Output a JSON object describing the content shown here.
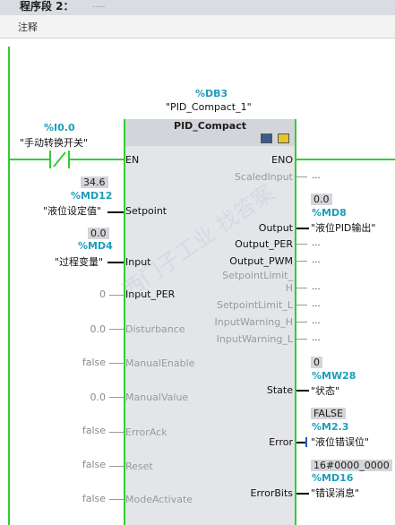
{
  "network": {
    "title": "程序段 2：",
    "dots": ".....",
    "comment": "注释"
  },
  "instance": {
    "db": "%DB3",
    "name": "\"PID_Compact_1\""
  },
  "block": {
    "title": "PID_Compact"
  },
  "contact": {
    "address": "%I0.0",
    "symbol": "\"手动转换开关\""
  },
  "left_pins": [
    {
      "label": "EN",
      "style": "black"
    },
    {
      "label": "Setpoint",
      "style": "black",
      "value": "34.6",
      "addr": "%MD12",
      "sym": "\"液位设定值\""
    },
    {
      "label": "Input",
      "style": "black",
      "value": "0.0",
      "addr": "%MD4",
      "sym": "\"过程变量\""
    },
    {
      "label": "Input_PER",
      "style": "black",
      "fixed": "0"
    },
    {
      "label": "Disturbance",
      "style": "grey",
      "fixed": "0.0"
    },
    {
      "label": "ManualEnable",
      "style": "grey",
      "fixed": "false"
    },
    {
      "label": "ManualValue",
      "style": "grey",
      "fixed": "0.0"
    },
    {
      "label": "ErrorAck",
      "style": "grey",
      "fixed": "false"
    },
    {
      "label": "Reset",
      "style": "grey",
      "fixed": "false"
    },
    {
      "label": "ModeActivate",
      "style": "grey",
      "fixed": "false"
    }
  ],
  "right_pins": [
    {
      "label": "ENO",
      "style": "black"
    },
    {
      "label": "ScaledInput",
      "style": "grey",
      "out": "..."
    },
    {
      "label": "Output",
      "style": "black",
      "value": "0.0",
      "addr": "%MD8",
      "sym": "\"液位PID输出\""
    },
    {
      "label": "Output_PER",
      "style": "black",
      "out": "..."
    },
    {
      "label": "Output_PWM",
      "style": "black",
      "out": "..."
    },
    {
      "label": "SetpointLimit_",
      "style": "grey"
    },
    {
      "label": "H",
      "style": "grey",
      "out": "..."
    },
    {
      "label": "SetpointLimit_L",
      "style": "grey",
      "out": "..."
    },
    {
      "label": "InputWarning_H",
      "style": "grey",
      "out": "..."
    },
    {
      "label": "InputWarning_L",
      "style": "grey",
      "out": "..."
    },
    {
      "label": "State",
      "style": "black",
      "value": "0",
      "addr": "%MW28",
      "sym": "\"状态\""
    },
    {
      "label": "Error",
      "style": "black",
      "value": "FALSE",
      "addr": "%M2.3",
      "sym": "\"液位错误位\""
    },
    {
      "label": "ErrorBits",
      "style": "black",
      "value": "16#0000_0000",
      "addr": "%MD16",
      "sym": "\"错误消息\""
    }
  ],
  "watermark": "西门子工业 找答案",
  "colors": {
    "wire": "#33cc33",
    "tag": "#1e9eb8",
    "header": "#d9dce0",
    "block": "#e3e5e8"
  }
}
